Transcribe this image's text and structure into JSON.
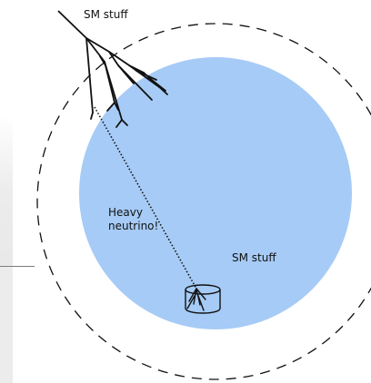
{
  "labels": {
    "top_shower": "SM stuff",
    "neutrino_line1": "Heavy",
    "neutrino_line2": "neutrino!",
    "detector_shower": "SM stuff"
  },
  "colors": {
    "earth_fill": "#a6cbf6",
    "line": "#111111",
    "dashed_orbit": "#111111"
  }
}
